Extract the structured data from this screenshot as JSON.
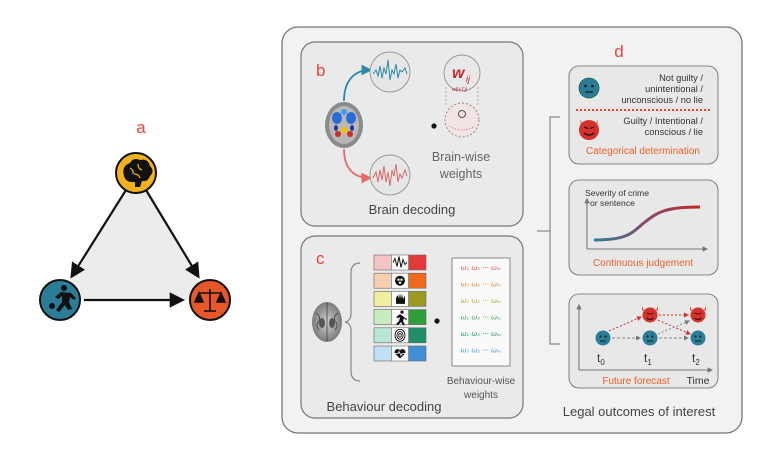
{
  "panel_a": {
    "letter": "a",
    "nodes": [
      {
        "icon": "brain-icon",
        "color": "#f2b21c"
      },
      {
        "icon": "running-person-icon",
        "color": "#2b7d97"
      },
      {
        "icon": "scales-icon",
        "color": "#e8572a"
      }
    ]
  },
  "panel_b": {
    "letter": "b",
    "title": "Brain decoding",
    "weights_label_line1": "Brain-wise",
    "weights_label_line2": "weights",
    "weight_symbol": "w",
    "weight_subscript": "ij",
    "weight_subscript_small": "w(i+1)j"
  },
  "panel_c": {
    "letter": "c",
    "title": "Behaviour decoding",
    "weights_label_line1": "Behaviour-wise",
    "weights_label_line2": "weights",
    "rows": [
      {
        "icon": "audio-wave-icon",
        "color": "#e23a3a",
        "light": "#f6c4c4"
      },
      {
        "icon": "eye-icon",
        "color": "#ef6a1c",
        "light": "#f8cfae"
      },
      {
        "icon": "hand-icon",
        "color": "#9a9a22",
        "light": "#f0eea0"
      },
      {
        "icon": "running-person-icon",
        "color": "#2f9e3a",
        "light": "#c8ebc0"
      },
      {
        "icon": "fingerprint-icon",
        "color": "#1e8f6a",
        "light": "#b8e6d6"
      },
      {
        "icon": "heart-icon",
        "color": "#3e8fd6",
        "light": "#bfe0f6"
      }
    ],
    "weight_row_text": "ω₁ ω₂ ··· ωₘ",
    "weight_row_colors": [
      "#e25050",
      "#ef7a30",
      "#b0a62a",
      "#3aa04a",
      "#1e8f6a",
      "#4a8fd6"
    ]
  },
  "panel_d": {
    "letter": "d",
    "footer": "Legal outcomes of interest",
    "categorical": {
      "top_line1": "Not guilty /",
      "top_line2": "unintentional /",
      "top_line3": "unconscious / no lie",
      "bottom_line1": "Guilty / Intentional /",
      "bottom_line2": "conscious / lie",
      "title": "Categorical determination"
    },
    "continuous": {
      "ylabel_line1": "Severity of crime",
      "ylabel_line2": "or sentence",
      "title": "Continuous judgement"
    },
    "forecast": {
      "t0": "t",
      "t0_sub": "0",
      "t1": "t",
      "t1_sub": "1",
      "t2": "t",
      "t2_sub": "2",
      "xlabel": "Time",
      "title": "Future forecast"
    }
  },
  "colors": {
    "letter_red": "#e8433a",
    "orange_text": "#e8622a",
    "teal": "#2b7d97",
    "devil_red": "#d6302a"
  }
}
